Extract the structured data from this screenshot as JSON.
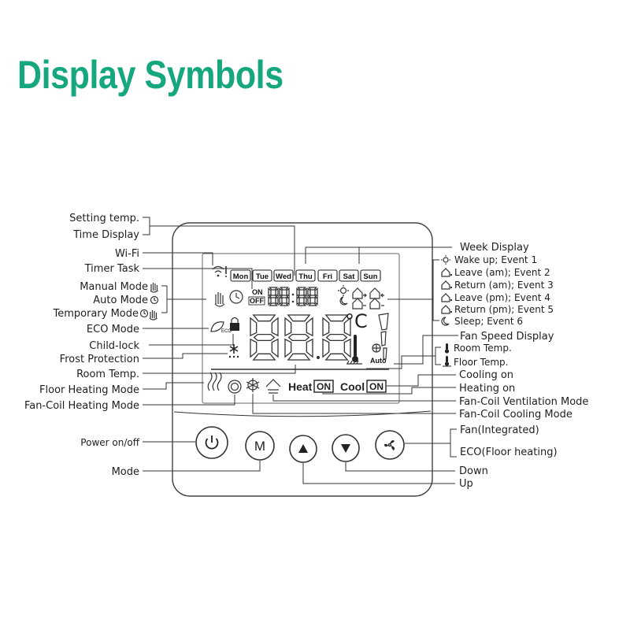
{
  "title": "Display Symbols",
  "left_labels": {
    "setting_temp": "Setting temp.",
    "time_display": "Time Display",
    "wifi": "Wi-Fi",
    "timer_task": "Timer Task",
    "manual_mode": "Manual Mode",
    "auto_mode": "Auto Mode",
    "temporary_mode": "Temporary Mode",
    "eco_mode": "ECO Mode",
    "child_lock": "Child-lock",
    "frost_protection": "Frost Protection",
    "room_temp": "Room Temp.",
    "floor_heating_mode": "Floor Heating Mode",
    "fan_coil_heating_mode": "Fan-Coil Heating Mode",
    "power": "Power on/off",
    "mode": "Mode"
  },
  "right_labels": {
    "week_display": "Week Display",
    "fan_speed_display": "Fan Speed Display",
    "cooling_on": "Cooling on",
    "heating_on": "Heating on",
    "fan_coil_ventilation_mode": "Fan-Coil Ventilation Mode",
    "fan_coil_cooling_mode": "Fan-Coil Cooling Mode",
    "fan_integrated": "Fan(Integrated)",
    "eco_floor_heating": "ECO(Floor heating)",
    "down": "Down",
    "up": "Up"
  },
  "events": [
    "Wake up; Event 1",
    "Leave (am); Event 2",
    "Return (am); Event 3",
    "Leave (pm); Event 4",
    "Return (pm); Event 5",
    "Sleep; Event 6"
  ],
  "sensor_labels": {
    "room": "Room Temp.",
    "floor": "Floor Temp."
  },
  "lcd": {
    "days": [
      "Mon",
      "Tue",
      "Wed",
      "Thu",
      "Fri",
      "Sat",
      "Sun"
    ],
    "on_text": "ON",
    "off_text": "OFF",
    "celsius": "°C",
    "auto": "Auto",
    "heat": "Heat",
    "cool": "Cool",
    "eco_text": "ECO"
  },
  "buttons": {
    "mode_letter": "M"
  },
  "colors": {
    "title": "#16a77f",
    "lines": "#333333"
  }
}
